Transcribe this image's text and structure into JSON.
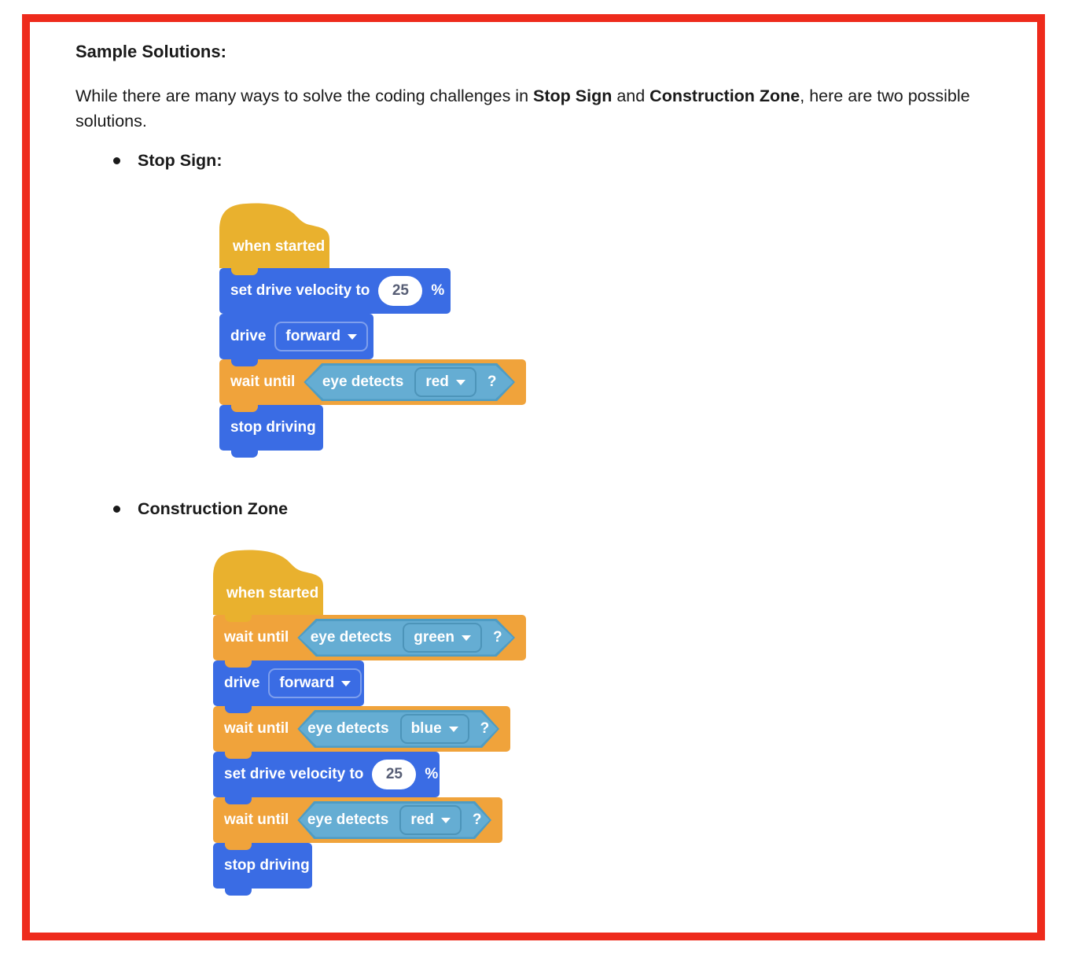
{
  "page": {
    "frame_border_color": "#EE2B1C",
    "background_color": "#FFFFFF"
  },
  "colors": {
    "hat_yellow": "#E9B12E",
    "control_orange": "#F0A33B",
    "drivetrain_blue": "#3A6CE4",
    "condition_fill": "#65ADD3",
    "condition_border": "#4E9CC4",
    "value_text": "#575E75",
    "block_text": "#FFFFFF",
    "body_text": "#1A1A1A"
  },
  "document": {
    "heading": "Sample Solutions:",
    "intro": {
      "part1": "While there are many ways to solve the coding challenges in ",
      "bold1": "Stop Sign",
      "part2": " and ",
      "bold2": "Construction Zone",
      "part3": ", here are two possible solutions."
    }
  },
  "stop_sign": {
    "bullet": "Stop Sign:",
    "hat_label": "when started",
    "set_velocity": {
      "label": "set drive velocity to",
      "value": "25",
      "unit": "%"
    },
    "drive": {
      "label": "drive",
      "option": "forward"
    },
    "wait_red": {
      "label": "wait until",
      "sensor": "eye detects",
      "option": "red",
      "suffix": "?"
    },
    "stop_label": "stop driving"
  },
  "construction_zone": {
    "bullet": "Construction Zone",
    "hat_label": "when started",
    "wait_green": {
      "label": "wait until",
      "sensor": "eye detects",
      "option": "green",
      "suffix": "?"
    },
    "drive": {
      "label": "drive",
      "option": "forward"
    },
    "wait_blue": {
      "label": "wait until",
      "sensor": "eye detects",
      "option": "blue",
      "suffix": "?"
    },
    "set_velocity": {
      "label": "set drive velocity to",
      "value": "25",
      "unit": "%"
    },
    "wait_red": {
      "label": "wait until",
      "sensor": "eye detects",
      "option": "red",
      "suffix": "?"
    },
    "stop_label": "stop driving"
  }
}
